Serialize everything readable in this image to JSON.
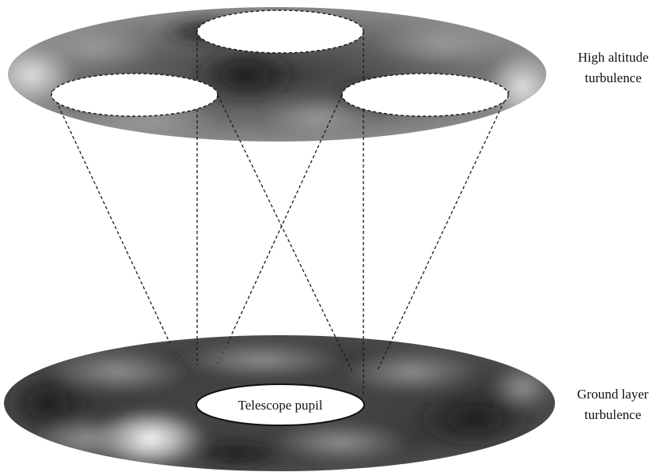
{
  "labels": {
    "high_layer": [
      "High altitude",
      "turbulence"
    ],
    "ground_layer": [
      "Ground layer",
      "turbulence"
    ],
    "pupil": "Telescope pupil"
  },
  "colors": {
    "background": "#ffffff",
    "turbulence_dark": "#2a2a2a",
    "turbulence_mid": "#6e6e6e",
    "turbulence_light": "#c8c8c8",
    "line": "#1a1a1a"
  }
}
